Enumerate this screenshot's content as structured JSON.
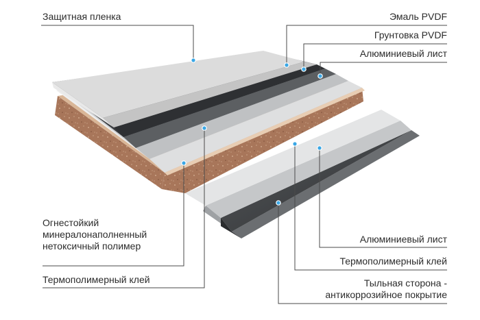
{
  "labels": {
    "protective_film": "Защитная пленка",
    "pvdf_enamel": "Эмаль PVDF",
    "pvdf_primer": "Грунтовка PVDF",
    "aluminum_sheet_top": "Алюминиевый лист",
    "core_polymer": [
      "Огнестойкий",
      "минералонаполненный",
      "нетоксичный полимер"
    ],
    "adhesive_top": "Термополимерный клей",
    "aluminum_sheet_bottom": "Алюминиевый лист",
    "adhesive_bottom": "Термополимерный клей",
    "back_coating": [
      "Тыльная сторона -",
      "антикоррозийное покрытие"
    ]
  },
  "colors": {
    "film": "#d7d7d7",
    "film_light": "#e6e6e6",
    "enamel": "#55585b",
    "primer": "#3c3e41",
    "aluminum": "#c9cbcd",
    "core_top": "#cfa585",
    "core_front": "#9a6a4c",
    "back": "#3e4042",
    "leader": "#4a4a4a",
    "dot": "#3aa7e6"
  }
}
